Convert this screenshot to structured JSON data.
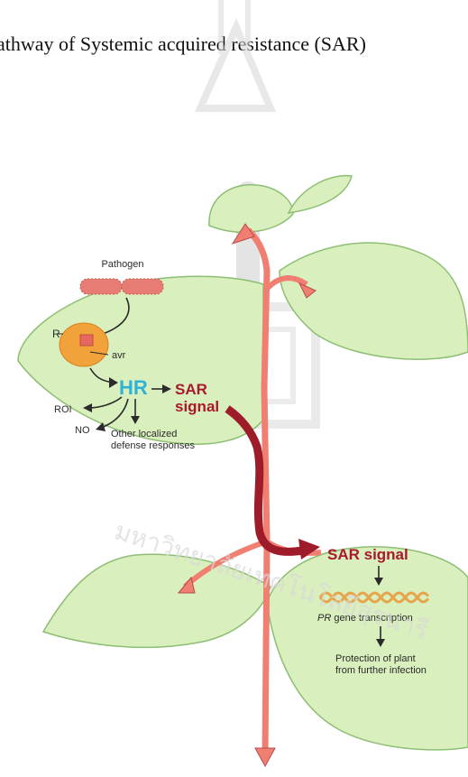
{
  "title": "athway of Systemic acquired resistance (SAR)",
  "watermark": {
    "text": "มหาวิทยาลัยเทคโนโลยีสุรนารี",
    "color": "#d9d9d9"
  },
  "labels": {
    "pathogen": "Pathogen",
    "r": "R",
    "avr": "avr",
    "hr": "HR",
    "sar_signal_left_line1": "SAR",
    "sar_signal_left_line2": "signal",
    "roi": "ROI",
    "no": "NO",
    "other_responses_line1": "Other localized",
    "other_responses_line2": "defense responses",
    "sar_signal_right": "SAR signal",
    "pr_gene_italic": "PR",
    "pr_gene_rest": " gene transcription",
    "protection_line1": "Protection of plant",
    "protection_line2": "from further infection"
  },
  "colors": {
    "leaf_fill": "#d9efbd",
    "leaf_stroke": "#8cbf73",
    "stem_arrow": "#f07f72",
    "stem_arrow_dark": "#b84a4a",
    "sar_signal_path": "#9e1b2a",
    "hr_text": "#2eb3d6",
    "sar_text": "#a8192e",
    "pathogen": "#e67c73",
    "r_protein": "#f2a23a",
    "dna": "#e6a54a"
  }
}
